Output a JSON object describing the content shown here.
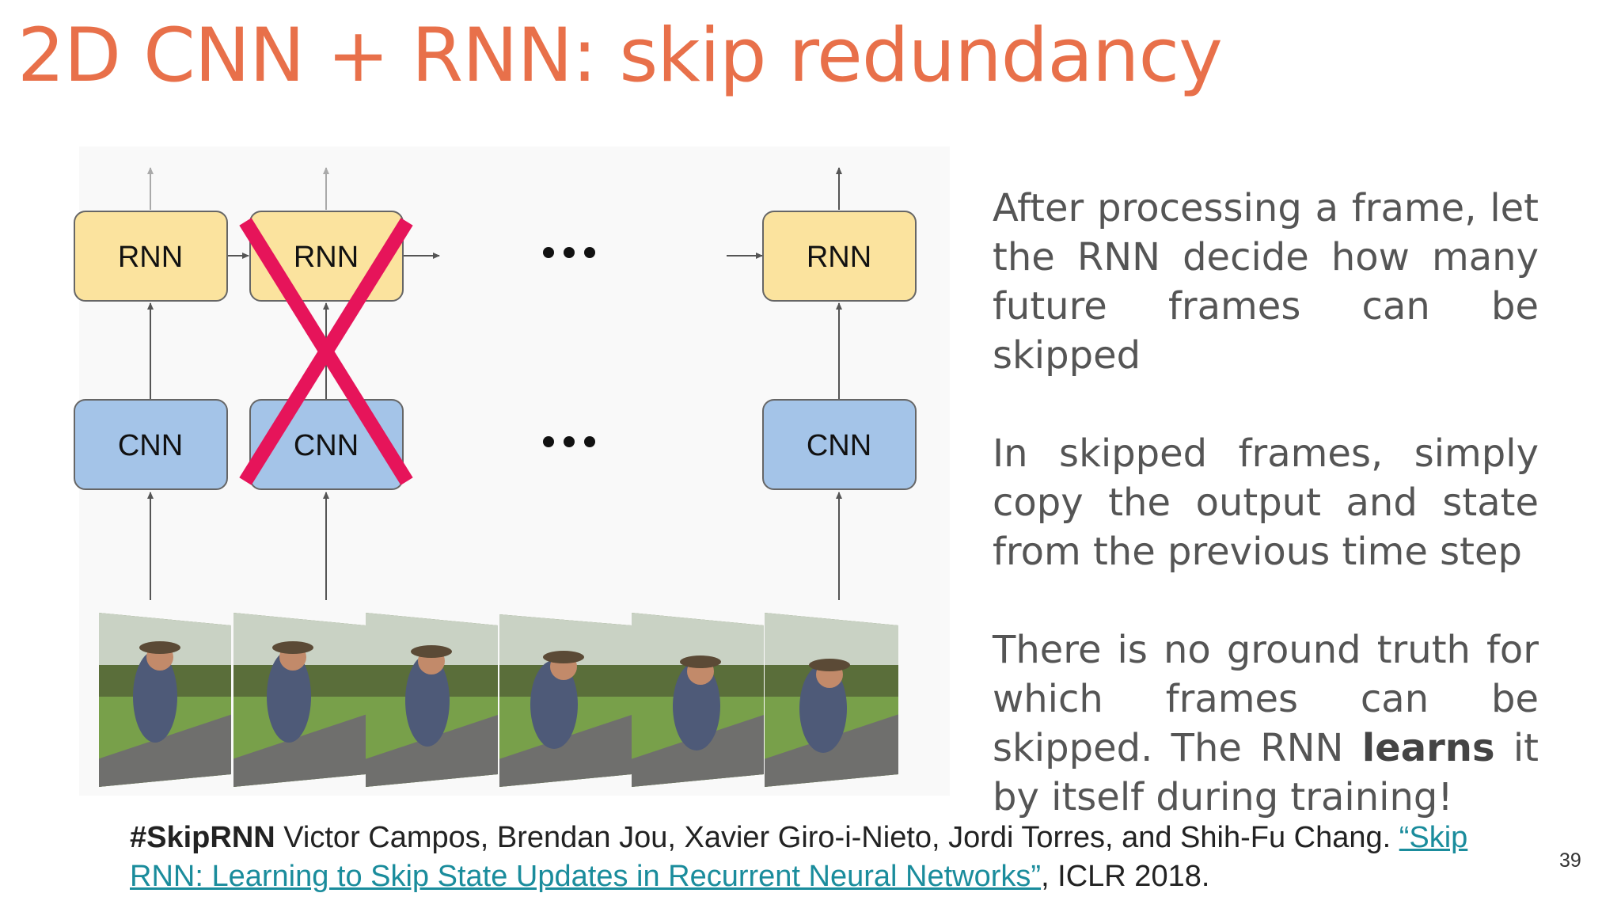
{
  "title": "2D CNN + RNN: skip redundancy",
  "diagram": {
    "rnn_label": "RNN",
    "cnn_label": "CNN",
    "ellipsis_label": "•••",
    "skipped_column": 2,
    "skip_mark_icon": "red-x-cross",
    "rnn_color": "#fbe39e",
    "cnn_color": "#a4c4e8",
    "cross_color": "#e6145a"
  },
  "bullets": [
    {
      "text": "After processing a frame, let the RNN decide how many future frames can be skipped"
    },
    {
      "text": "In skipped frames, simply copy the output and state from the previous time step"
    },
    {
      "pre": "There is no ground truth for which frames can be skipped. The RNN ",
      "bold": "learns",
      "post": " it by itself during training!"
    }
  ],
  "citation": {
    "tag": "#SkipRNN",
    "authors": " Victor Campos, Brendan Jou, Xavier Giro-i-Nieto, Jordi Torres, and Shih-Fu Chang. ",
    "link_text": "“Skip RNN: Learning to Skip State Updates in Recurrent Neural Networks”",
    "venue": ", ICLR 2018."
  },
  "page_number": "39"
}
